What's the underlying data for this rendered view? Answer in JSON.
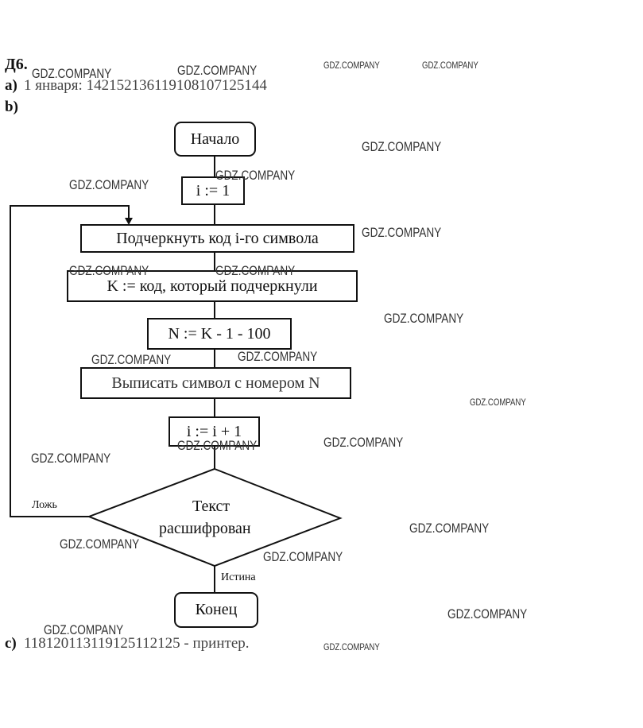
{
  "header": {
    "task": "Д6.",
    "a_label": "а)",
    "a_text": "1 января: 142152136119108107125144",
    "b_label": "b)",
    "c_label": "c)",
    "c_text": "118120113119125112125 - принтер."
  },
  "flowchart": {
    "start": "Начало",
    "init": "i := 1",
    "underline": "Подчеркнуть код i-го символа",
    "assign_k": "K := код, который подчеркнули",
    "assign_n": "N := K - 1 - 100",
    "output": "Выписать символ с номером N",
    "increment": "i := i + 1",
    "condition_line1": "Текст",
    "condition_line2": "расшифрован",
    "false_label": "Ложь",
    "true_label": "Истина",
    "end": "Конец"
  },
  "watermark": "GDZ.COMPANY"
}
